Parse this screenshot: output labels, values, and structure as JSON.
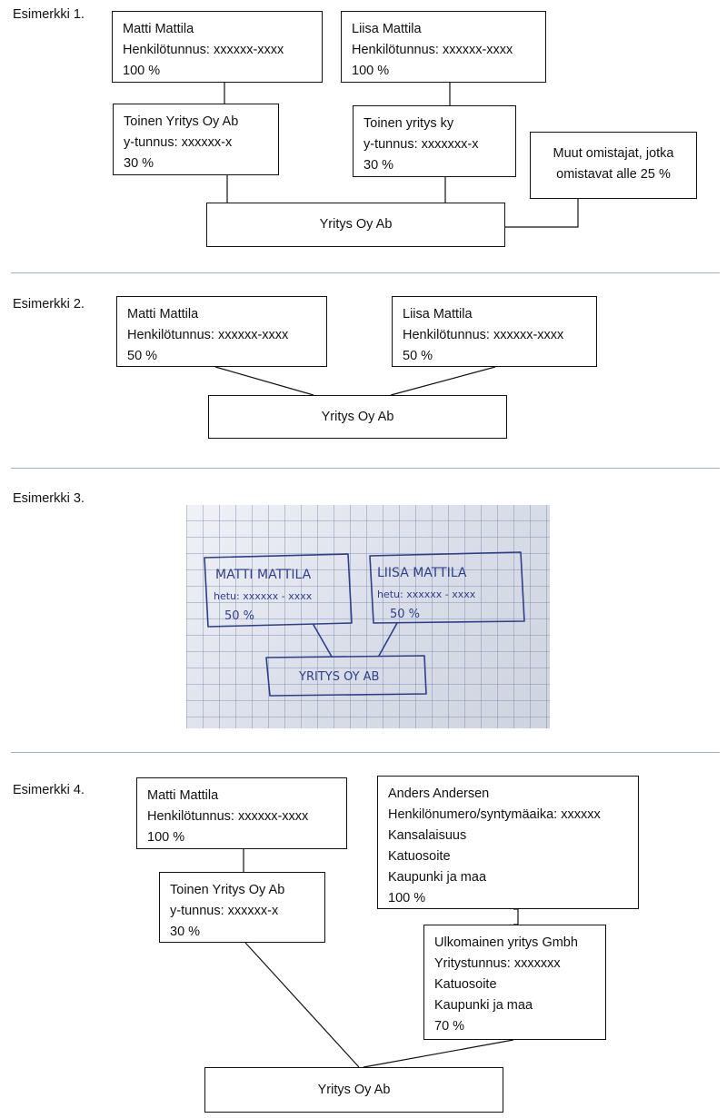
{
  "examples": [
    {
      "label": "Esimerkki 1.",
      "boxes": {
        "matti": [
          "Matti Mattila",
          "Henkilötunnus: xxxxxx-xxxx",
          "100 %"
        ],
        "liisa": [
          "Liisa Mattila",
          "Henkilötunnus: xxxxxx-xxxx",
          "100 %"
        ],
        "toinen_oy": [
          "Toinen Yritys Oy Ab",
          "y-tunnus: xxxxxx-x",
          "30 %"
        ],
        "toinen_ky": [
          "Toinen yritys ky",
          "y-tunnus: xxxxxxx-x",
          "30 %"
        ],
        "muut": [
          "Muut omistajat, jotka",
          "omistavat alle 25 %"
        ],
        "yritys": "Yritys Oy Ab"
      }
    },
    {
      "label": "Esimerkki 2.",
      "boxes": {
        "matti": [
          "Matti Mattila",
          "Henkilötunnus: xxxxxx-xxxx",
          "50 %"
        ],
        "liisa": [
          "Liisa Mattila",
          "Henkilötunnus: xxxxxx-xxxx",
          "50 %"
        ],
        "yritys": "Yritys Oy Ab"
      }
    },
    {
      "label": "Esimerkki 3.",
      "handwritten": {
        "left": [
          "MATTI MATTILA",
          "hetu: xxxxxx - xxxx",
          "50 %"
        ],
        "right": [
          "LIISA MATTILA",
          "hetu: xxxxxx - xxxx",
          "50 %"
        ],
        "bottom": "YRITYS OY AB"
      }
    },
    {
      "label": "Esimerkki 4.",
      "boxes": {
        "matti": [
          "Matti Mattila",
          "Henkilötunnus: xxxxxx-xxxx",
          "100 %"
        ],
        "anders": [
          "Anders Andersen",
          "Henkilönumero/syntymäaika: xxxxxx",
          "Kansalaisuus",
          "Katuosoite",
          "Kaupunki ja maa",
          "100 %"
        ],
        "toinen_oy": [
          "Toinen Yritys Oy Ab",
          "y-tunnus: xxxxxx-x",
          "30 %"
        ],
        "ulkomainen": [
          "Ulkomainen yritys Gmbh",
          "Yritystunnus: xxxxxxx",
          "Katuosoite",
          "Kaupunki ja maa",
          "70 %"
        ],
        "yritys": "Yritys Oy Ab"
      }
    }
  ]
}
